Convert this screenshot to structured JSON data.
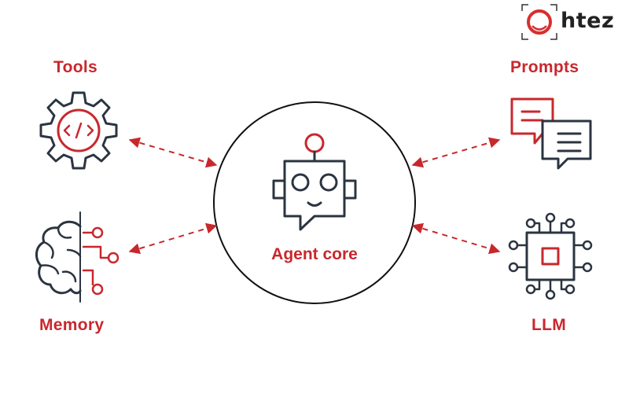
{
  "logo": {
    "text": "htez"
  },
  "center": {
    "label": "Agent core"
  },
  "nodes": {
    "tools": {
      "label": "Tools",
      "icon": "gear-code-icon"
    },
    "memory": {
      "label": "Memory",
      "icon": "brain-circuit-icon"
    },
    "prompts": {
      "label": "Prompts",
      "icon": "chat-bubbles-icon"
    },
    "llm": {
      "label": "LLM",
      "icon": "chip-icon"
    }
  },
  "colors": {
    "accent": "#c8282d",
    "ink": "#2b3440"
  }
}
